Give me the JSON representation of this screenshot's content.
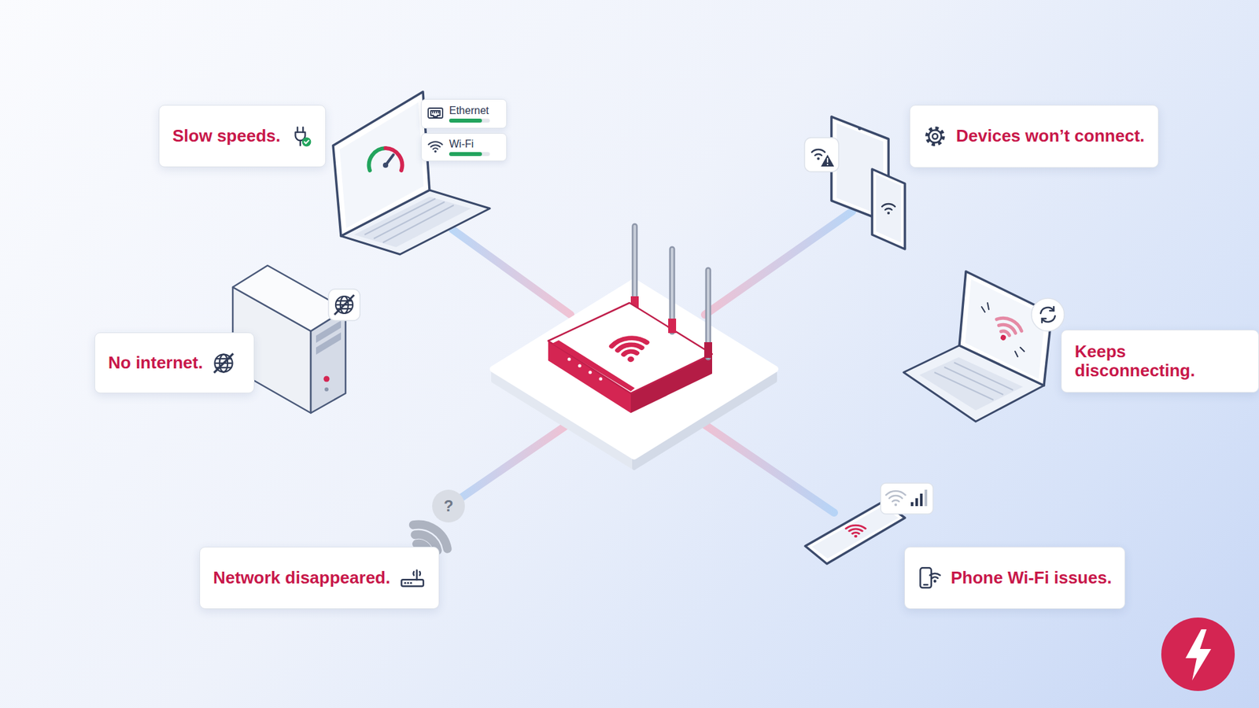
{
  "diagram": {
    "nodes": [
      {
        "text": [
          "Slow speeds."
        ]
      },
      {
        "text": [
          "Ethernet"
        ]
      },
      {
        "text": [
          "Wi-Fi"
        ]
      },
      {
        "text": [
          "Devices won’t connect."
        ]
      },
      {
        "text": [
          "No internet."
        ]
      },
      {
        "text": [
          "Keeps disconnecting."
        ]
      },
      {
        "text": [
          "Network disappeared."
        ]
      },
      {
        "text": [
          "Phone Wi-Fi issues."
        ]
      }
    ],
    "labels": [
      "?"
    ]
  }
}
